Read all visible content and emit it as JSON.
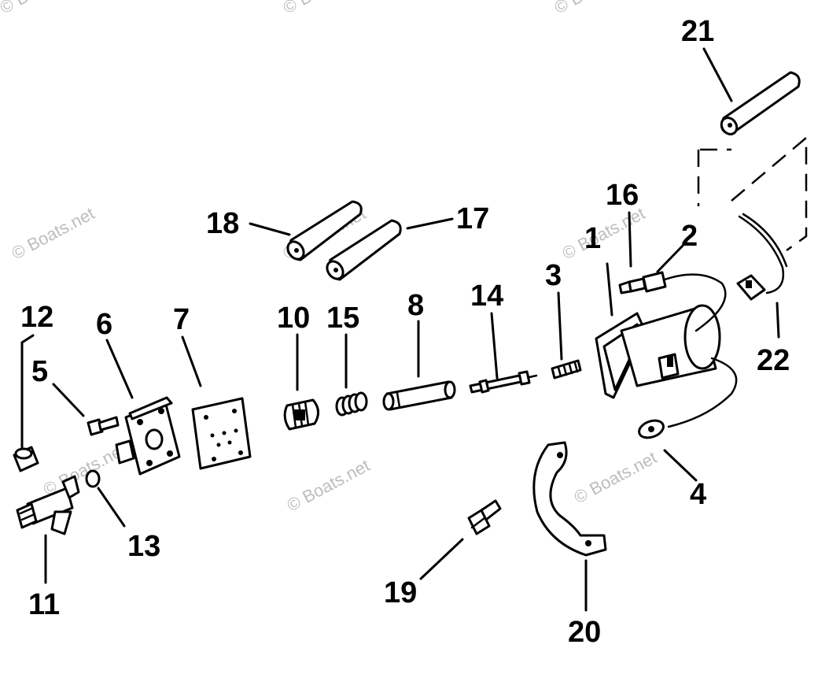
{
  "watermark": "© Boats.net",
  "callouts": {
    "c1": "1",
    "c2": "2",
    "c3": "3",
    "c4": "4",
    "c5": "5",
    "c6": "6",
    "c7": "7",
    "c8": "8",
    "c10": "10",
    "c11": "11",
    "c12": "12",
    "c13": "13",
    "c14": "14",
    "c15": "15",
    "c16": "16",
    "c17": "17",
    "c18": "18",
    "c19": "19",
    "c20": "20",
    "c21": "21",
    "c22": "22"
  }
}
